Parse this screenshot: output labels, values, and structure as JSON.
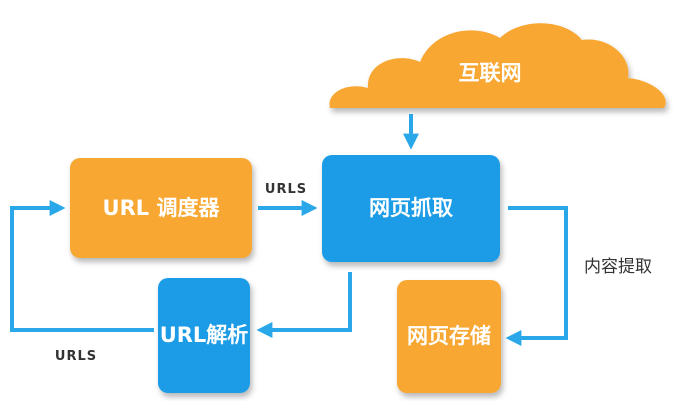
{
  "colors": {
    "orange": "#f7a733",
    "blue": "#1a9ce6",
    "arrow": "#2aa7e8",
    "label": "#333333"
  },
  "nodes": {
    "internet": "互联网",
    "url_scheduler": "URL 调度器",
    "page_fetch": "网页抓取",
    "url_parse": "URL解析",
    "page_store": "网页存储"
  },
  "edges": {
    "scheduler_to_fetch": "URLS",
    "parse_to_scheduler": "URLS",
    "fetch_to_store": "内容提取"
  }
}
